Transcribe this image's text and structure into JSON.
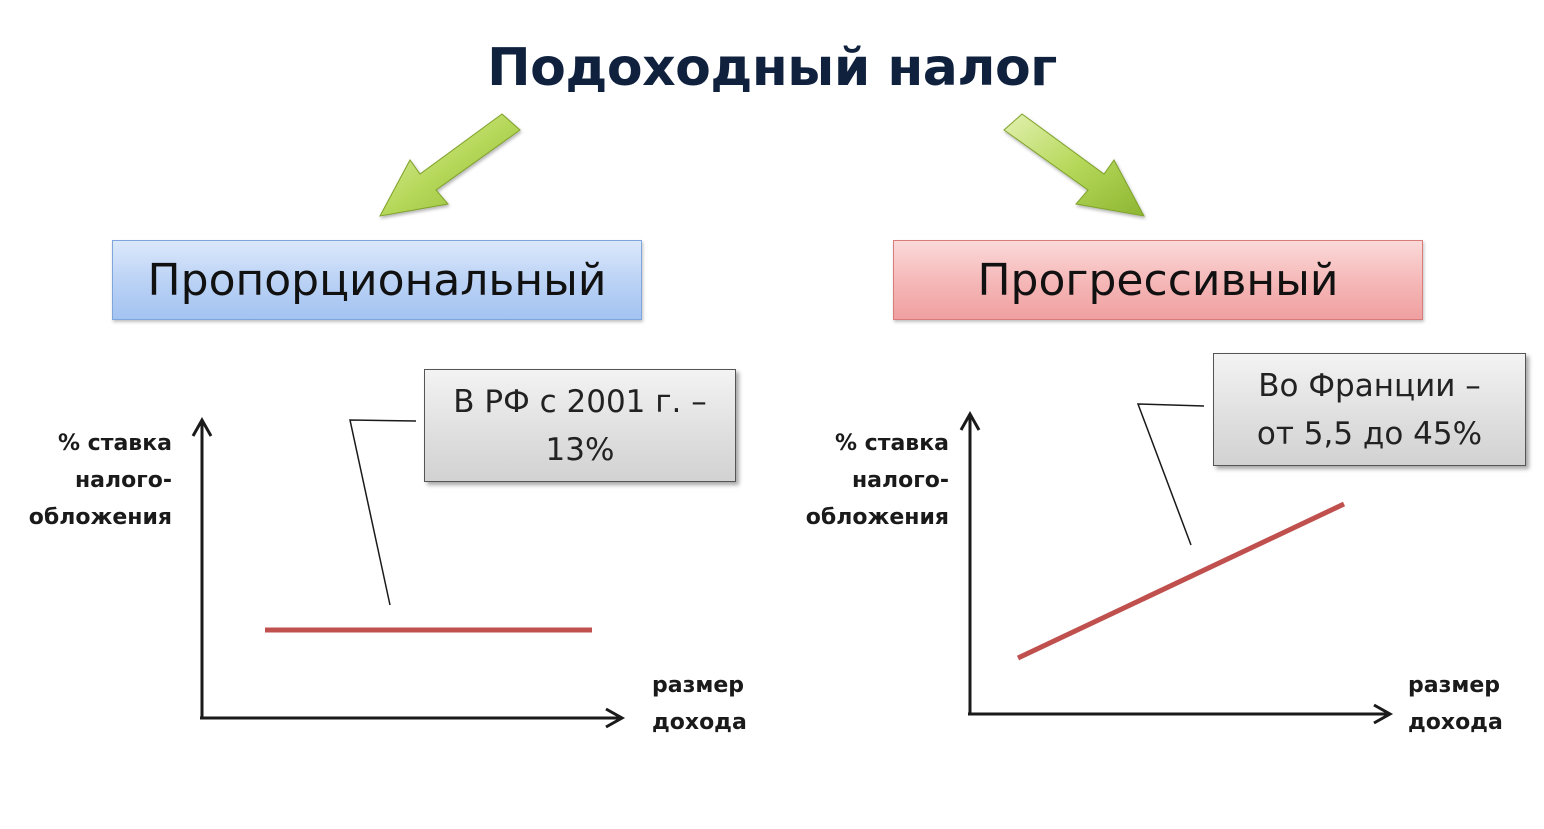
{
  "title": "Подоходный налог",
  "types": {
    "proportional": {
      "label": "Пропорциональный",
      "color": "#b9d1f5",
      "border_color": "#7fa6dc"
    },
    "progressive": {
      "label": "Прогрессивный",
      "color": "#f5b6b6",
      "border_color": "#d87c7c"
    }
  },
  "arrows": {
    "color": "#9bc43a",
    "icon": "green-arrow-icon"
  },
  "charts": [
    {
      "type": "line",
      "callout": "В РФ с 2001 г. –\n13%",
      "ylabel": "% ставка\nналого-\nобложения",
      "xlabel": "размер\nдохода",
      "line_color": "#c0504d",
      "trend": "constant"
    },
    {
      "type": "line",
      "callout": "Во Франции –\nот 5,5 до 45%",
      "ylabel": "% ставка\nналого-\nобложения",
      "xlabel": "размер\nдохода",
      "line_color": "#c0504d",
      "trend": "increasing"
    }
  ]
}
